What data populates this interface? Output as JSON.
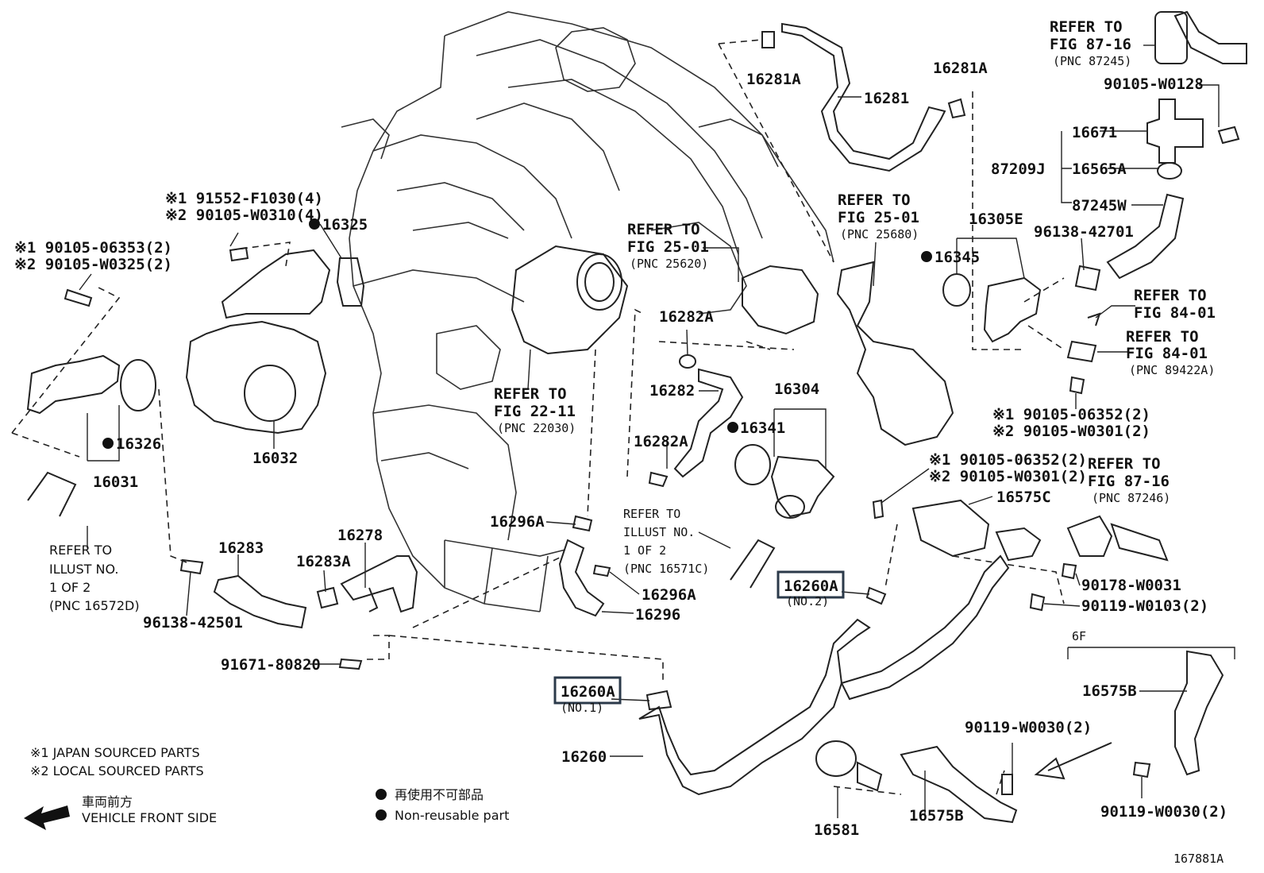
{
  "labels": {
    "p16281A_top": "16281A",
    "p16281": "16281",
    "p16281A_right": "16281A",
    "refer_87_16_top": "REFER TO",
    "refer_87_16_top_fig": "FIG 87-16",
    "refer_87_16_top_pnc": "(PNC 87245)",
    "p90105_W0128": "90105-W0128",
    "p16671": "16671",
    "p87209J": "87209J",
    "p16565A": "16565A",
    "p87245W": "87245W",
    "p16305E": "16305E",
    "p96138_42701": "96138-42701",
    "p16345": "16345",
    "refer_84_01_a": "REFER TO",
    "refer_84_01_a_fig": "FIG 84-01",
    "refer_84_01_b": "REFER TO",
    "refer_84_01_b_fig": "FIG 84-01",
    "refer_84_01_b_pnc": "(PNC 89422A)",
    "p_x1_90105_06352_a": "※1 90105-06352(2)",
    "p_x2_90105_W0301_a": "※2 90105-W0301(2)",
    "p_x1_90105_06352_b": "※1 90105-06352(2)",
    "p_x2_90105_W0301_b": "※2 90105-W0301(2)",
    "refer_87_16_mid": "REFER TO",
    "refer_87_16_mid_fig": "FIG 87-16",
    "refer_87_16_mid_pnc": "(PNC 87246)",
    "p16575C": "16575C",
    "p90178_W0031": "90178-W0031",
    "p90119_W0103": "90119-W0103(2)",
    "p6F": "6F",
    "p16575B_right": "16575B",
    "p90119_W0030_a": "90119-W0030(2)",
    "p90119_W0030_b": "90119-W0030(2)",
    "refer_25_01_left": "REFER TO",
    "refer_25_01_left_fig": "FIG 25-01",
    "refer_25_01_left_pnc": "(PNC 25620)",
    "refer_25_01_right": "REFER TO",
    "refer_25_01_right_fig": "FIG 25-01",
    "refer_25_01_right_pnc": "(PNC 25680)",
    "p16282A_top": "16282A",
    "p16282": "16282",
    "p16282A_bot": "16282A",
    "p16304": "16304",
    "p16341": "16341",
    "refer_22_11": "REFER TO",
    "refer_22_11_fig": "FIG 22-11",
    "refer_22_11_pnc": "(PNC 22030)",
    "p16296A_top": "16296A",
    "p16296A_bot": "16296A",
    "p16296": "16296",
    "refer_illust_right": "REFER TO",
    "refer_illust_right_2": "ILLUST NO.",
    "refer_illust_right_3": "1 OF 2",
    "refer_illust_right_pnc": "(PNC 16571C)",
    "p16260A_no2": "16260A",
    "p16260A_no2_sub": "(NO.2)",
    "p16260A_no1": "16260A",
    "p16260A_no1_sub": "(NO.1)",
    "p16260": "16260",
    "p16581": "16581",
    "p16575B_bot": "16575B",
    "p_x1_91552": "※1 91552-F1030(4)",
    "p_x2_90105_W0310": "※2 90105-W0310(4)",
    "p16325": "16325",
    "p_x1_90105_06353": "※1 90105-06353(2)",
    "p_x2_90105_W0325": "※2 90105-W0325(2)",
    "p16326": "16326",
    "p16031": "16031",
    "p16032": "16032",
    "refer_illust_left": "REFER TO",
    "refer_illust_left_2": "ILLUST NO.",
    "refer_illust_left_3": "1 OF 2",
    "refer_illust_left_pnc": "(PNC 16572D)",
    "p16283": "16283",
    "p16283A": "16283A",
    "p16278": "16278",
    "p96138_42501": "96138-42501",
    "p91671_80820": "91671-80820"
  },
  "legend": {
    "japan": "※1 JAPAN SOURCED PARTS",
    "local": "※2 LOCAL SOURCED PARTS",
    "front_jp": "車両前方",
    "front_en": "VEHICLE FRONT SIDE",
    "nonreuse_jp": "再使用不可部品",
    "nonreuse_en": "Non-reusable part"
  },
  "figure_id": "167881A",
  "colors": {
    "line": "#222222",
    "highlight_box": "#2b3a4a"
  }
}
